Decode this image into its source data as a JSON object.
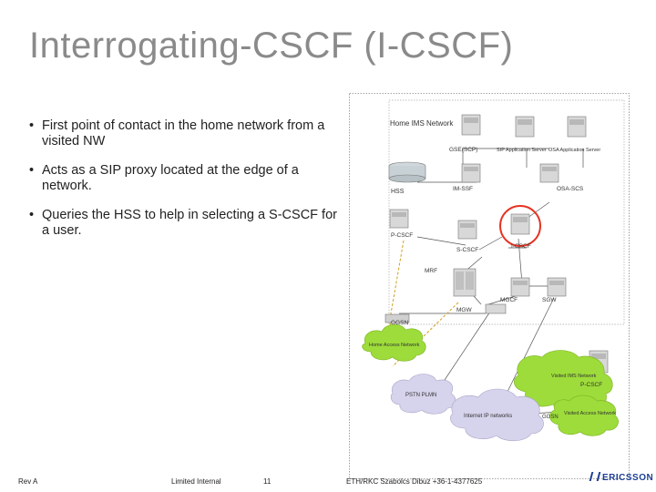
{
  "slide": {
    "title": "Interrogating-CSCF (I-CSCF)",
    "bullets": [
      "First point of contact in the home network from a visited NW",
      "Acts as a SIP proxy located at the edge of a network.",
      "Queries the HSS to help in selecting a S-CSCF for a user."
    ]
  },
  "diagram": {
    "home_network_label": "Home IMS Network",
    "labels": {
      "gse_scp": "GSE(SCP)",
      "sip_app_server": "SIP Application Server",
      "osa_app_server": "OSA Application Server",
      "hss": "HSS",
      "im_ssf": "IM-SSF",
      "osa_scs": "OSA-SCS",
      "p_cscf": "P-CSCF",
      "s_cscf": "S-CSCF",
      "i_cscf": "I-CSCF",
      "mrf": "MRF",
      "mgcf": "MGCF",
      "sgw": "SGW",
      "mgw": "MGW",
      "ggsn_home": "GGSN",
      "home_access_network": "Home Access Network",
      "visited_ims_network": "Visited IMS Network",
      "visited_p_cscf": "P-CSCF",
      "pstn_plmn": "PSTN PLMN",
      "internet": "Internet IP networks",
      "ggsn_visited": "GGSN",
      "visited_access_network": "Visited Access Network"
    },
    "colors": {
      "highlight_ring": "#e53323",
      "cloud_green": "#9ddc3a",
      "cloud_lavender": "#d6d3ec",
      "dashed_link": "#d2a020"
    }
  },
  "footer": {
    "rev": "Rev A",
    "classification": "Limited Internal",
    "page": "11",
    "author": "ETH/RKC Szabolcs Dibuz +36-1-4377625",
    "logo": "ERICSSON"
  }
}
